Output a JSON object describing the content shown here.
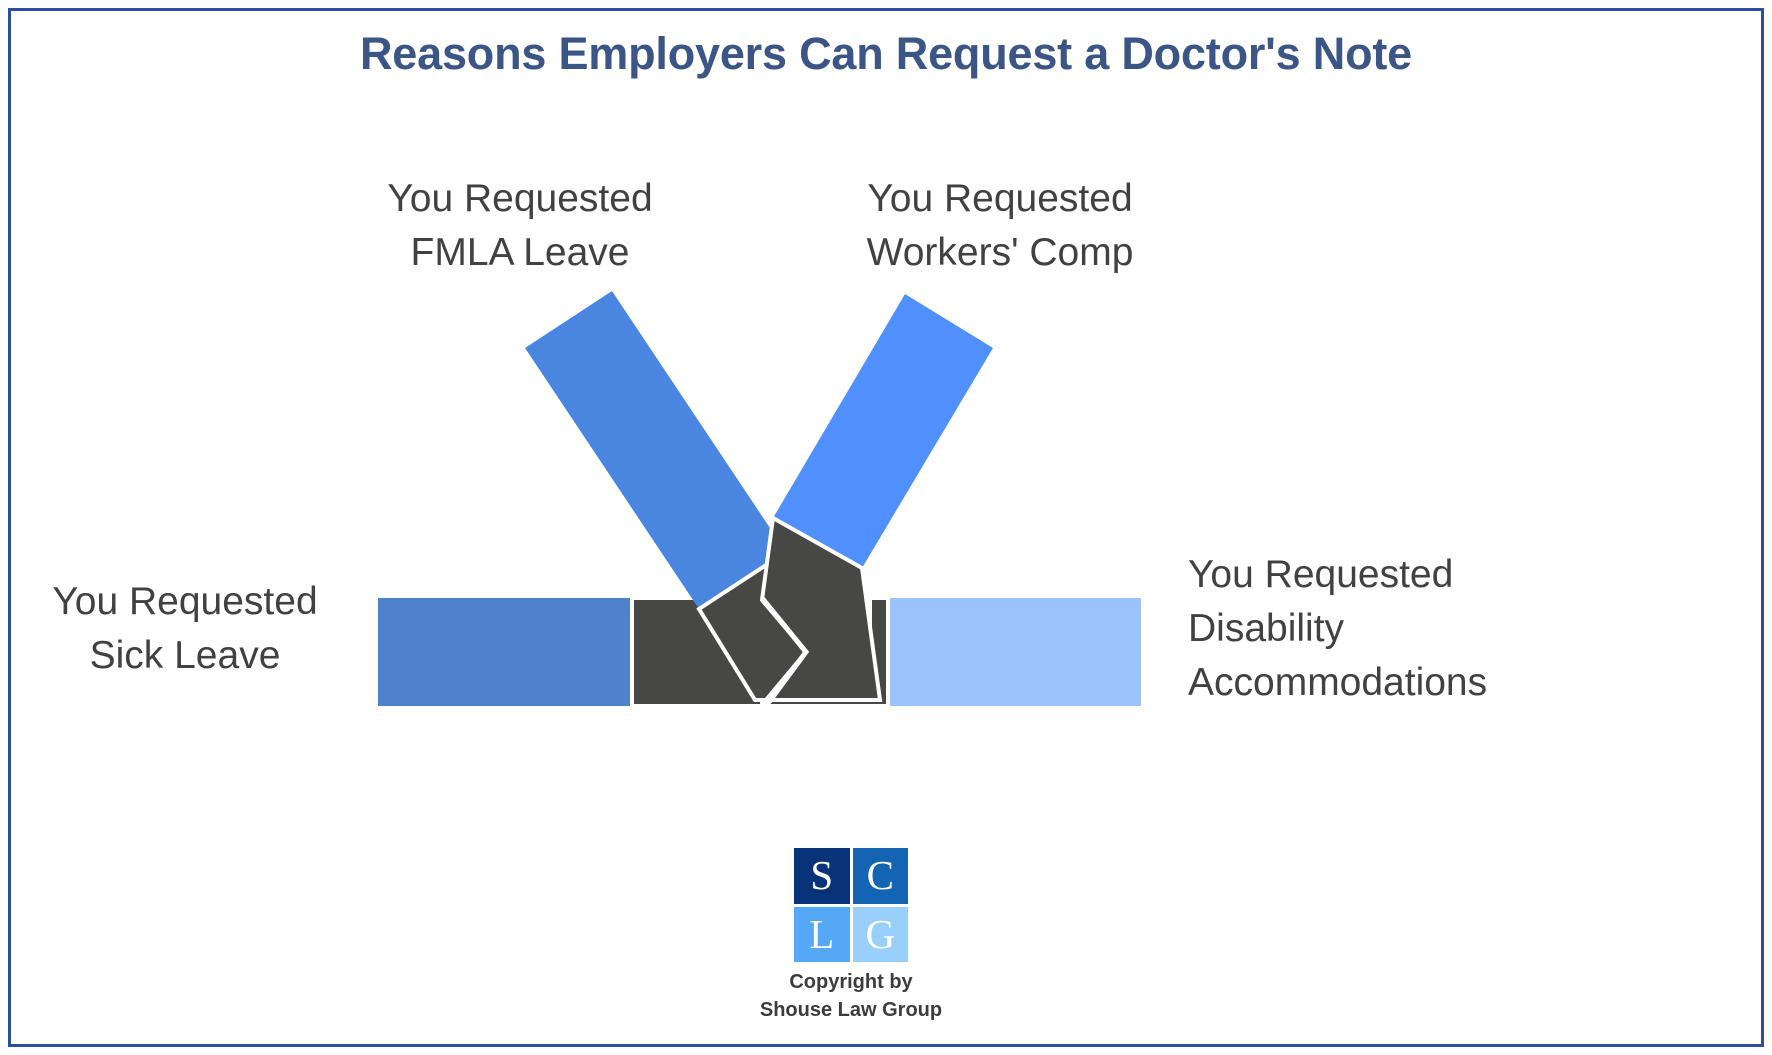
{
  "page": {
    "title": "Reasons Employers Can Request a Doctor's Note",
    "border_color": "#2b4f9e",
    "background_color": "#ffffff",
    "title_color": "#3a5586",
    "label_color": "#414141"
  },
  "labels": {
    "top_left": "You Requested\nFMLA Leave",
    "top_right": "You Requested\nWorkers' Comp",
    "left": "You Requested\nSick Leave",
    "right": "You Requested\nDisability\nAccommodations"
  },
  "graphic": {
    "description": "four-way interlocking handshake",
    "arms": [
      {
        "name": "fmla-arm",
        "direction": "upper-left",
        "sleeve_color": "#4a86e0",
        "hand_color": "#474746"
      },
      {
        "name": "workers-comp-arm",
        "direction": "upper-right",
        "sleeve_color": "#5090fd",
        "hand_color": "#474746"
      },
      {
        "name": "sick-leave-arm",
        "direction": "left",
        "sleeve_color": "#5081cb",
        "hand_color": "#474746"
      },
      {
        "name": "disability-arm",
        "direction": "right",
        "sleeve_color": "#9cc2fb",
        "hand_color": "#474746"
      }
    ]
  },
  "logo": {
    "cells": [
      {
        "letter": "S",
        "color": "#083378"
      },
      {
        "letter": "C",
        "color": "#1464b4"
      },
      {
        "letter": "L",
        "color": "#55a8f5"
      },
      {
        "letter": "G",
        "color": "#98cffb"
      }
    ],
    "caption": "Copyright by\nShouse Law Group"
  }
}
